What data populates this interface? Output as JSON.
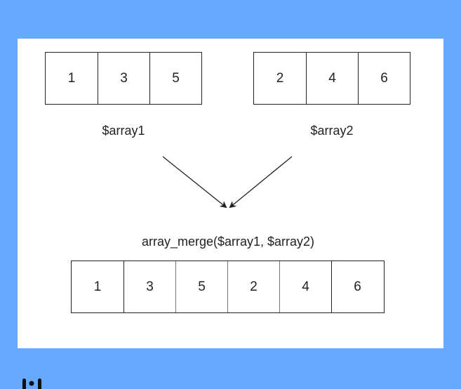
{
  "colors": {
    "background": "#66aaff",
    "panel": "#ffffff",
    "stroke": "#222222"
  },
  "diagram": {
    "array1": {
      "label": "$array1",
      "values": [
        "1",
        "3",
        "5"
      ]
    },
    "array2": {
      "label": "$array2",
      "values": [
        "2",
        "4",
        "6"
      ]
    },
    "merge": {
      "label": "array_merge($array1, $array2)",
      "values": [
        "1",
        "3",
        "5",
        "2",
        "4",
        "6"
      ]
    },
    "arrows": [
      {
        "from": "array1",
        "to": "merge"
      },
      {
        "from": "array2",
        "to": "merge"
      }
    ]
  },
  "footer": {
    "icon": "logo-glyph-icon"
  }
}
